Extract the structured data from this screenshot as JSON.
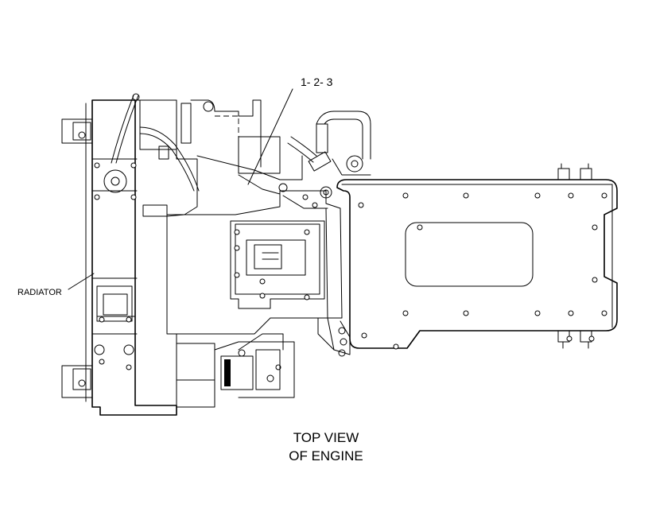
{
  "callouts": {
    "part_ref": "1- 2- 3",
    "radiator": "RADIATOR"
  },
  "caption": {
    "line1": "TOP VIEW",
    "line2": "OF ENGINE"
  }
}
